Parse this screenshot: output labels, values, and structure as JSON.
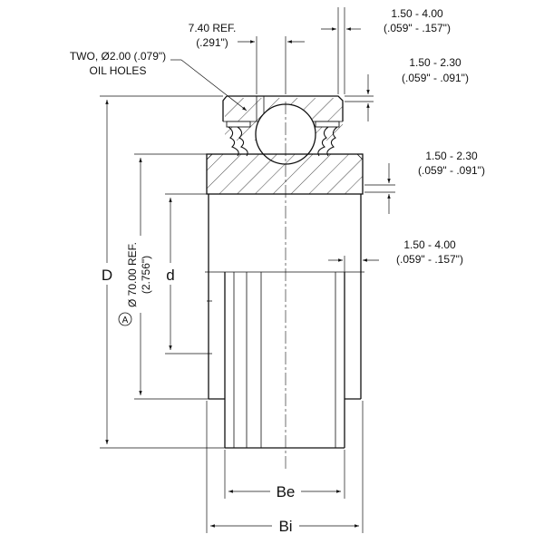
{
  "callouts": {
    "oil_holes_line1": "TWO, Ø2.00 (.079\")",
    "oil_holes_line2": "OIL HOLES",
    "oil_hole_pos_line1": "7.40 REF.",
    "oil_hole_pos_line2": "(.291\")",
    "top_gap_line1": "1.50 - 4.00",
    "top_gap_line2": "(.059\" - .157\")",
    "outer_chamfer_line1": "1.50 - 2.30",
    "outer_chamfer_line2": "(.059\" - .091\")",
    "race_chamfer_line1": "1.50 - 2.30",
    "race_chamfer_line2": "(.059\" - .091\")",
    "bore_step_line1": "1.50 - 4.00",
    "bore_step_line2": "(.059\" - .157\")"
  },
  "dimensions": {
    "outer_diameter_label": "D",
    "bore_label": "d",
    "sphere_dia_line1": "Ø 70.00 REF.",
    "sphere_dia_line2": "(2.756\")",
    "sphere_marker": "A",
    "outer_width_label": "Be",
    "inner_width_label": "Bi"
  }
}
